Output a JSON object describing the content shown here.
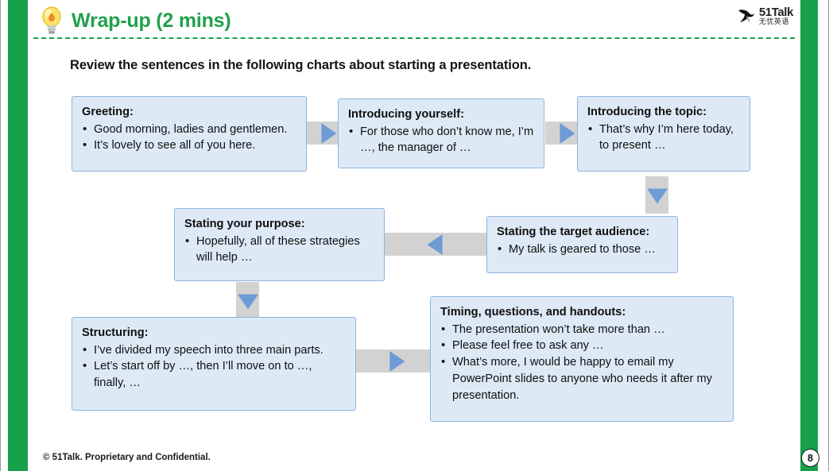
{
  "slide": {
    "title": "Wrap-up (2 mins)",
    "instruction": "Review the sentences in the following charts about starting a presentation.",
    "page_number": "8",
    "footer": "© 51Talk. Proprietary and Confidential.",
    "accent_green": "#17a04a",
    "title_green": "#22a14c",
    "box_fill": "#ddeaf6",
    "box_border": "#8cb4dd",
    "arrow_fill": "#d2d2d2",
    "arrow_triangle": "#6d9bd6"
  },
  "logo": {
    "name_en": "51Talk",
    "name_cn": "无忧英语",
    "icon": "bird-icon"
  },
  "icons": {
    "bulb": "lightbulb-icon"
  },
  "boxes": [
    {
      "id": "greeting",
      "title": "Greeting:",
      "items": [
        "Good morning, ladies and gentlemen.",
        "It’s lovely to see all of you here."
      ]
    },
    {
      "id": "introducing-yourself",
      "title": "Introducing yourself:",
      "items": [
        "For those who don’t know me, I’m …, the manager of …"
      ]
    },
    {
      "id": "introducing-the-topic",
      "title": "Introducing the topic:",
      "items": [
        "That’s why I’m here today, to present …"
      ]
    },
    {
      "id": "stating-your-purpose",
      "title": "Stating your purpose:",
      "items": [
        "Hopefully, all of these strategies will help …"
      ]
    },
    {
      "id": "stating-the-target-audience",
      "title": "Stating the target audience:",
      "items": [
        "My talk is geared to those …"
      ]
    },
    {
      "id": "structuring",
      "title": "Structuring:",
      "items": [
        "I’ve divided my speech into three main parts.",
        "Let’s start off by …, then I’ll move on to …, finally, …"
      ]
    },
    {
      "id": "timing-questions-handouts",
      "title": "Timing, questions, and handouts:",
      "items": [
        "The presentation won’t take more than …",
        "Please feel free to ask any …",
        "What’s more, I would be happy to email my PowerPoint slides to anyone who needs it after my presentation."
      ]
    }
  ],
  "arrows": [
    {
      "id": "greeting-to-introducing-yourself",
      "direction": "right"
    },
    {
      "id": "introducing-yourself-to-topic",
      "direction": "right"
    },
    {
      "id": "topic-to-target-audience",
      "direction": "down"
    },
    {
      "id": "target-audience-to-purpose",
      "direction": "left"
    },
    {
      "id": "purpose-to-structuring",
      "direction": "down"
    },
    {
      "id": "structuring-to-timing",
      "direction": "right"
    }
  ]
}
